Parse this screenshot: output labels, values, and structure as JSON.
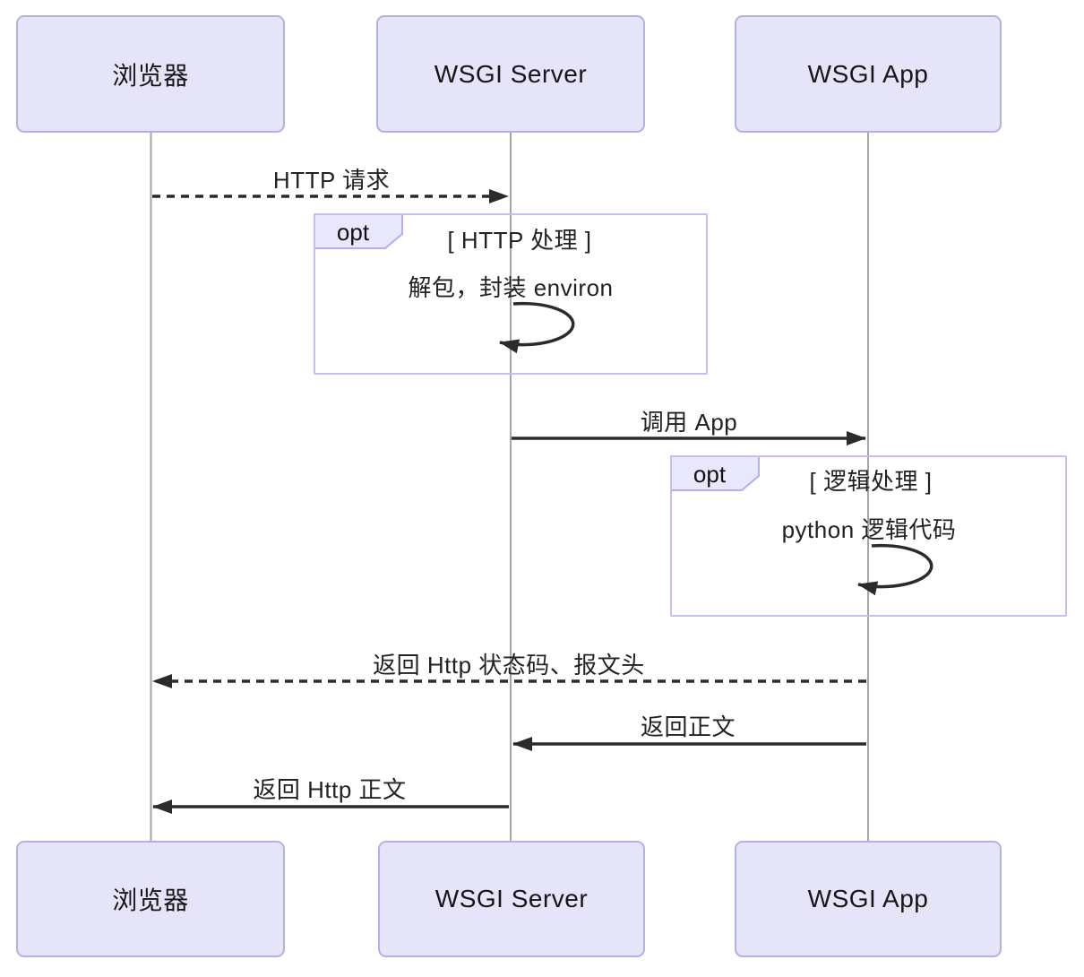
{
  "diagram": {
    "type": "sequence-diagram",
    "topic": "WSGI request handling flow",
    "colors": {
      "actor_fill": "#e6e4f9",
      "actor_border": "#b3b0e8",
      "fragment_border": "#c3c0f2",
      "lifeline": "#a6a6a6",
      "arrow": "#2b2b2b",
      "background": "#ffffff"
    },
    "actors": [
      {
        "id": "browser",
        "label": "浏览器"
      },
      {
        "id": "wsgi-server",
        "label": "WSGI Server"
      },
      {
        "id": "wsgi-app",
        "label": "WSGI App"
      }
    ],
    "messages": [
      {
        "label": "HTTP 请求",
        "from": "browser",
        "to": "wsgi-server",
        "style": "dashed"
      },
      {
        "label": "调用 App",
        "from": "wsgi-server",
        "to": "wsgi-app",
        "style": "solid"
      },
      {
        "label": "返回 Http 状态码、报文头",
        "from": "wsgi-app",
        "to": "browser",
        "style": "dashed"
      },
      {
        "label": "返回正文",
        "from": "wsgi-app",
        "to": "wsgi-server",
        "style": "solid"
      },
      {
        "label": "返回 Http 正文",
        "from": "wsgi-server",
        "to": "browser",
        "style": "solid"
      }
    ],
    "fragments": [
      {
        "operator": "opt",
        "guard": "[ HTTP 处理 ]",
        "self_message": "解包，封装 environ",
        "lifeline": "wsgi-server"
      },
      {
        "operator": "opt",
        "guard": "[ 逻辑处理 ]",
        "self_message": "python 逻辑代码",
        "lifeline": "wsgi-app"
      }
    ]
  }
}
